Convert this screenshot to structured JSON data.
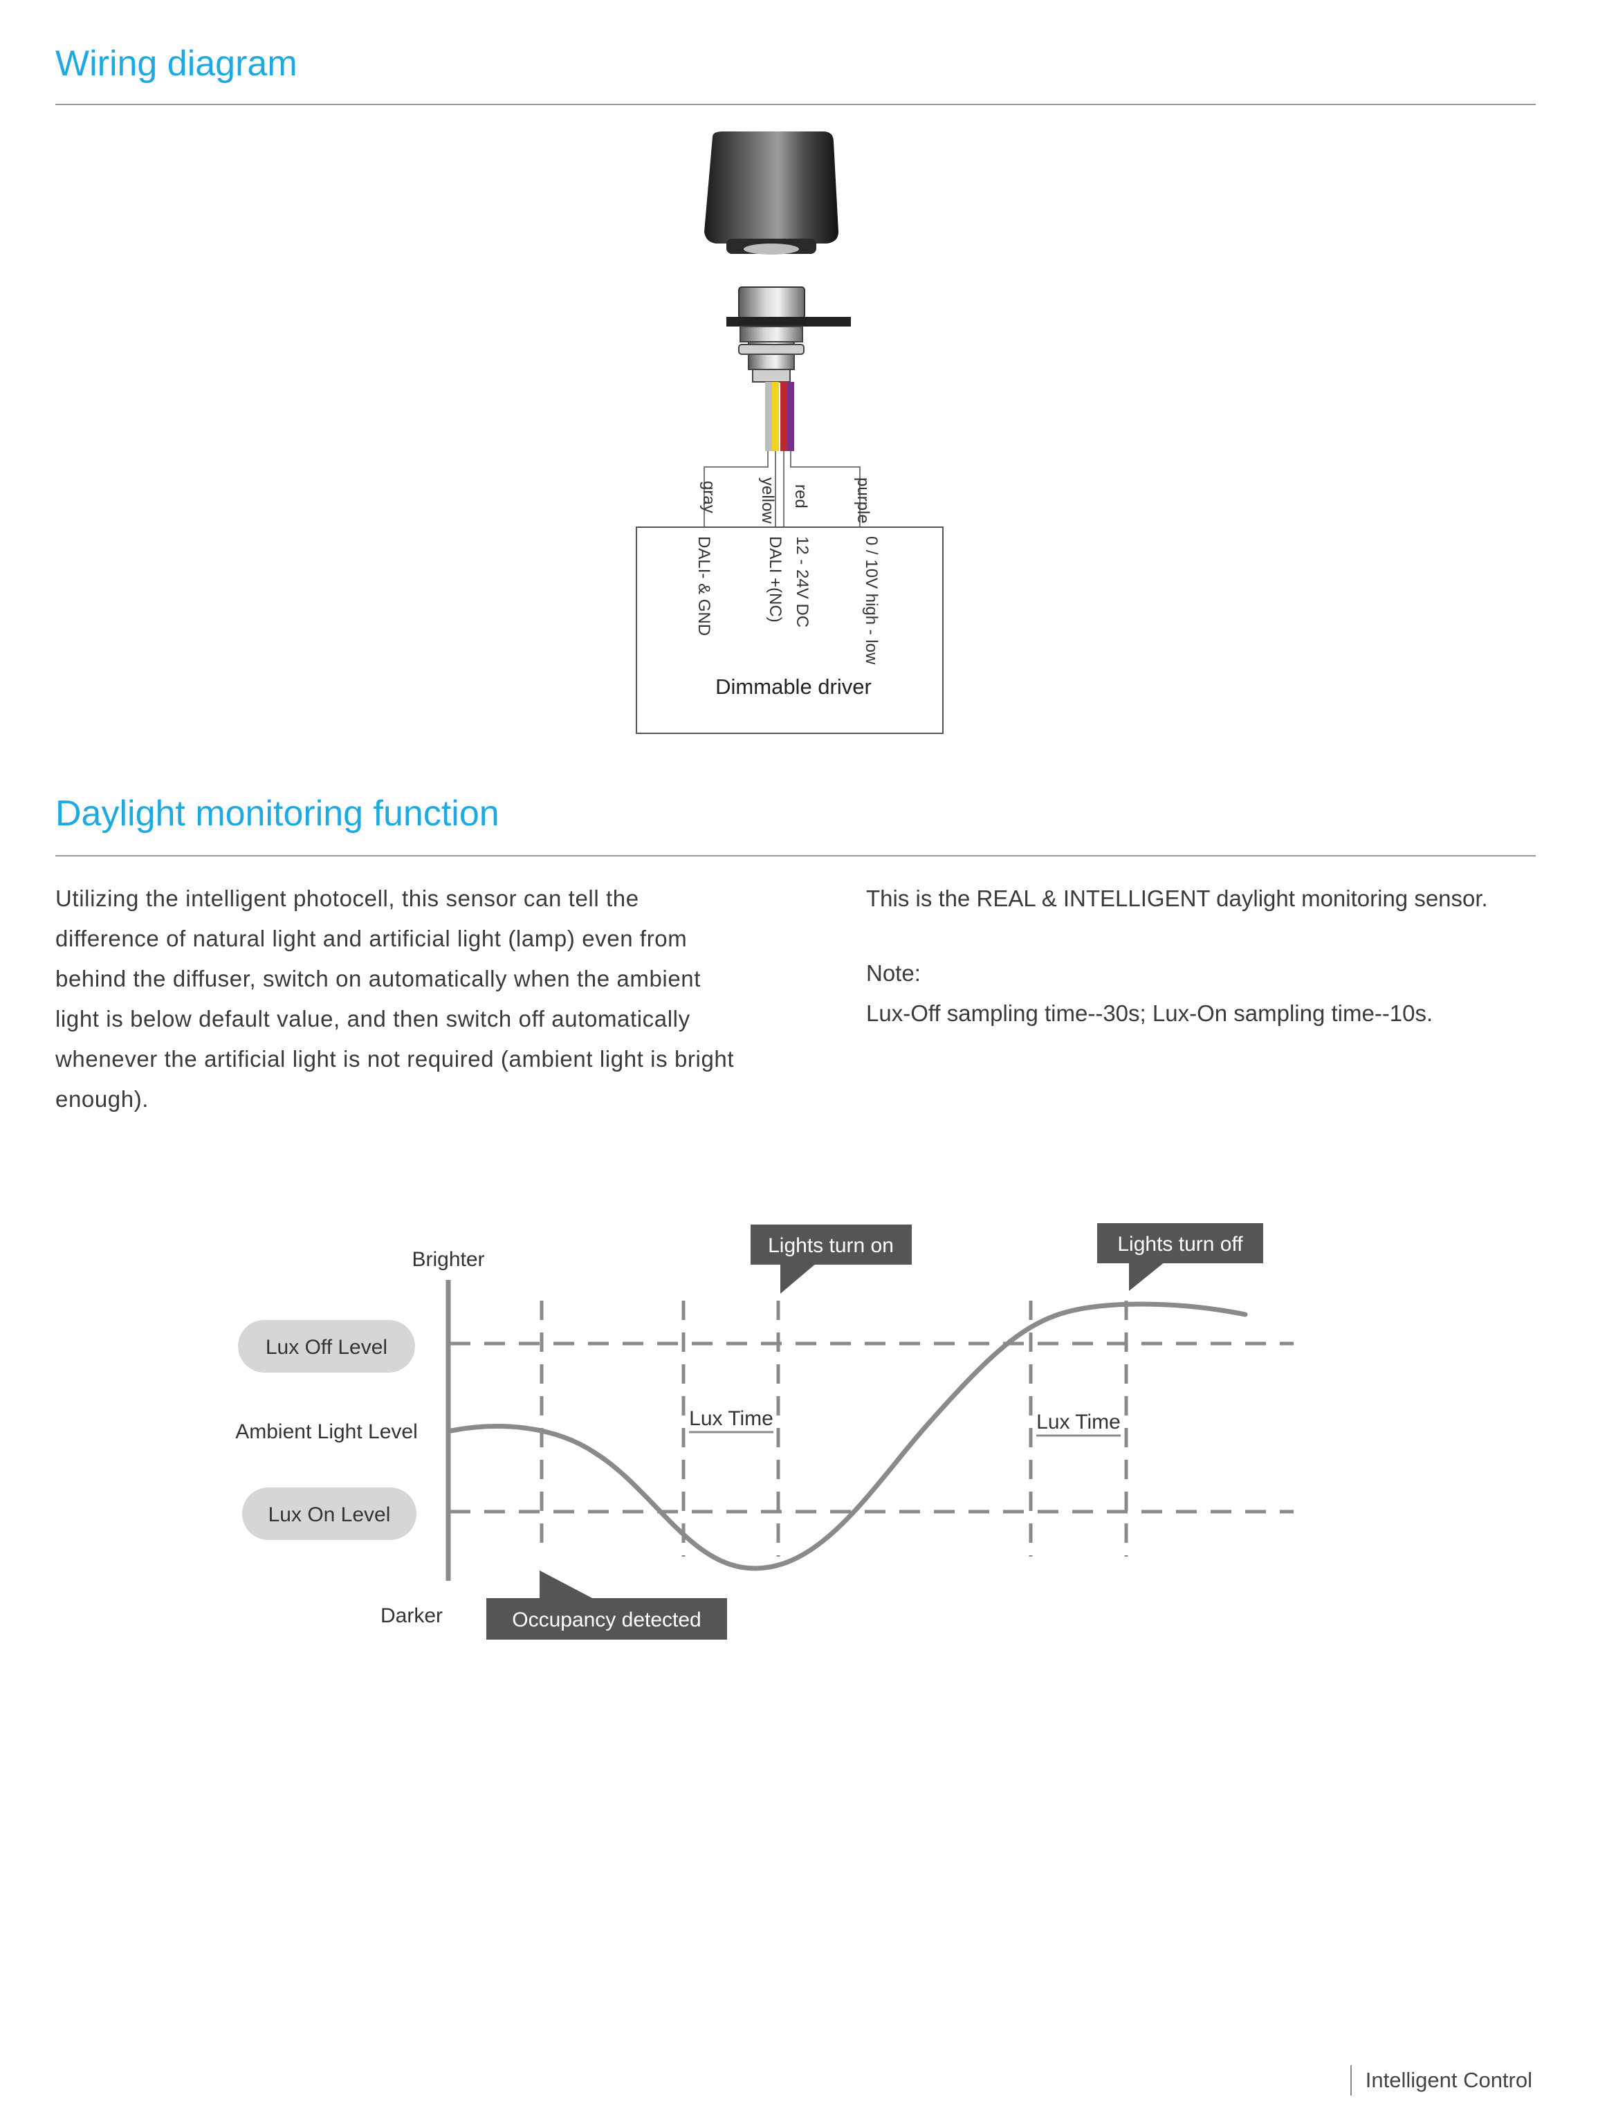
{
  "wiring": {
    "title": "Wiring diagram",
    "wires": [
      {
        "color_label": "gray",
        "terminal": "DALI- & GND",
        "hex": "#bdbdbd"
      },
      {
        "color_label": "yellow",
        "terminal": "DALI +(NC)",
        "hex": "#f2d21b"
      },
      {
        "color_label": "red",
        "terminal": "12 - 24V DC",
        "hex": "#c0282f"
      },
      {
        "color_label": "purple",
        "terminal": "0 / 10V high - low",
        "hex": "#7a2e8c"
      }
    ],
    "driver_label": "Dimmable driver"
  },
  "daylight": {
    "title": "Daylight monitoring function",
    "description": "Utilizing the intelligent photocell, this sensor can tell the difference of natural light and artificial light (lamp) even from behind the diffuser, switch on automatically when the ambient light is below default value, and then switch off automatically whenever the artificial light is not required (ambient light is bright enough).",
    "intro": "This is the REAL & INTELLIGENT daylight monitoring sensor.",
    "note_label": "Note:",
    "note_text": "Lux-Off sampling time--30s; Lux-On sampling time--10s."
  },
  "graph": {
    "brighter_label": "Brighter",
    "darker_label": "Darker",
    "ambient_label": "Ambient Light Level",
    "lux_off_label": "Lux Off Level",
    "lux_on_label": "Lux On Level",
    "lux_time_label_1": "Lux Time",
    "lux_time_label_2": "Lux Time",
    "lights_on_label": "Lights turn on",
    "lights_off_label": "Lights turn off",
    "occupancy_label": "Occupancy detected"
  },
  "footer": {
    "text": "Intelligent Control"
  },
  "colors": {
    "accent": "#1fa9e1",
    "callout": "#555555",
    "pill": "#d6d6d6",
    "curve": "#8a8a8a"
  }
}
